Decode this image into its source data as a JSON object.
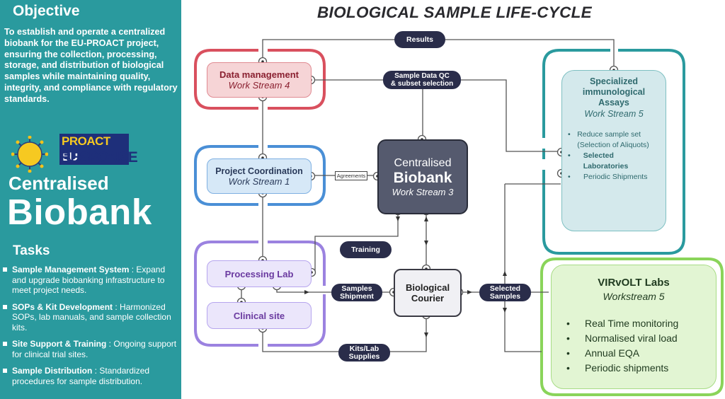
{
  "left_panel": {
    "objective_title": "Objective",
    "objective_text": "To establish and operate a centralized biobank for the EU-PROACT project, ensuring the collection, processing, storage, and distribution of biological samples while maintaining quality, integrity, and compliance with regulatory standards.",
    "logo": {
      "line1_a": "PROACT",
      "line1_b": "EU",
      "line2": "RESPONSE",
      "icon": "virus-sun-icon"
    },
    "heading_small": "Centralised",
    "heading_big": "Biobank",
    "tasks_title": "Tasks",
    "tasks": [
      {
        "title": "Sample Management System",
        "sep": " : ",
        "text": "Expand and upgrade biobanking infrastructure to meet project needs."
      },
      {
        "title": "SOPs & Kit Development",
        "sep": " : ",
        "text": "Harmonized SOPs, lab manuals, and sample collection kits."
      },
      {
        "title": "Site Support & Training",
        "sep": " : ",
        "text": "Ongoing support for clinical trial sites."
      },
      {
        "title": "Sample Distribution",
        "sep": " : ",
        "text": "Standardized procedures for sample distribution."
      }
    ]
  },
  "diagram": {
    "title": "BIOLOGICAL SAMPLE LIFE-CYCLE",
    "nodes": {
      "data_management": {
        "title": "Data management",
        "subtitle": "Work Stream 4"
      },
      "project_coordination": {
        "title": "Project Coordination",
        "subtitle": "Work Stream 1"
      },
      "biobank": {
        "line1": "Centralised",
        "line2": "Biobank",
        "subtitle": "Work Stream 3"
      },
      "processing_lab": {
        "title": "Processing Lab"
      },
      "clinical_site": {
        "title": "Clinical site"
      },
      "courier": {
        "line1": "Biological",
        "line2": "Courier"
      },
      "immuno": {
        "line1": "Specialized",
        "line2": "immunological",
        "line3": "Assays",
        "subtitle": "Work Stream 5",
        "bullets": [
          {
            "text": "Reduce sample set (Selection of Aliquots)",
            "bold": false
          },
          {
            "text": "Selected Laboratories",
            "bold": true
          },
          {
            "text": "Periodic Shipments",
            "bold": false
          }
        ]
      },
      "virvolt": {
        "title": "VIRvOLT Labs",
        "subtitle": "Workstream 5",
        "bullets": [
          "Real Time monitoring",
          "Normalised viral load",
          "Annual EQA",
          "Periodic shipments"
        ]
      }
    },
    "labels": {
      "results": "Results",
      "qc_line1": "Sample Data QC",
      "qc_line2": "& subset selection",
      "agreements": "Agreements",
      "training": "Training",
      "shipment_line1": "Samples",
      "shipment_line2": "Shipment",
      "selected_line1": "Selected",
      "selected_line2": "Samples",
      "kits_line1": "Kits/Lab",
      "kits_line2": "Supplies"
    },
    "colors": {
      "red": "#d9505e",
      "blue": "#4a8fd6",
      "purple": "#9b82e0",
      "teal": "#2a9a9e",
      "green": "#8ad45a",
      "navy": "#2a2d4a",
      "biobank": "#555a6e"
    }
  }
}
